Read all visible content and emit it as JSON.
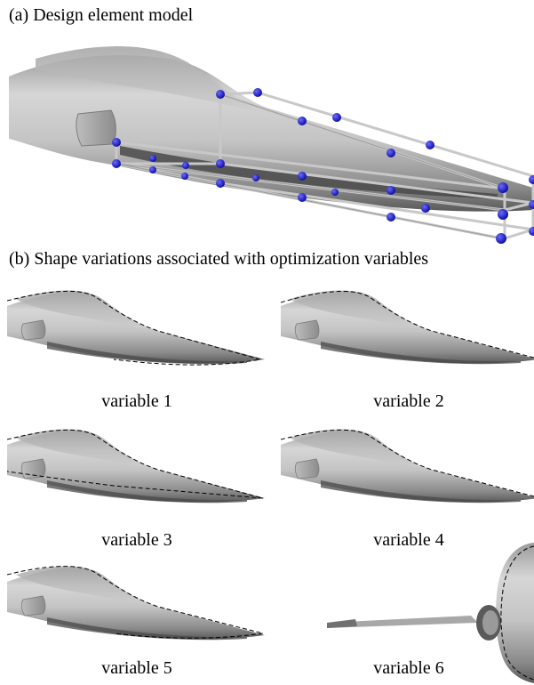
{
  "figure": {
    "caption_a": "(a) Design element model",
    "caption_b": "(b) Shape variations associated with optimization variables"
  },
  "variables": [
    {
      "label": "variable 1"
    },
    {
      "label": "variable 2"
    },
    {
      "label": "variable 3"
    },
    {
      "label": "variable 4"
    },
    {
      "label": "variable 5"
    },
    {
      "label": "variable 6"
    }
  ],
  "colors": {
    "background": "#ffffff",
    "surface_light": "#d8d8d8",
    "surface_dark": "#707070",
    "control_point": "#1a1ad6",
    "lattice_edge": "#b8b8b8",
    "dashed_outline": "#000000"
  }
}
